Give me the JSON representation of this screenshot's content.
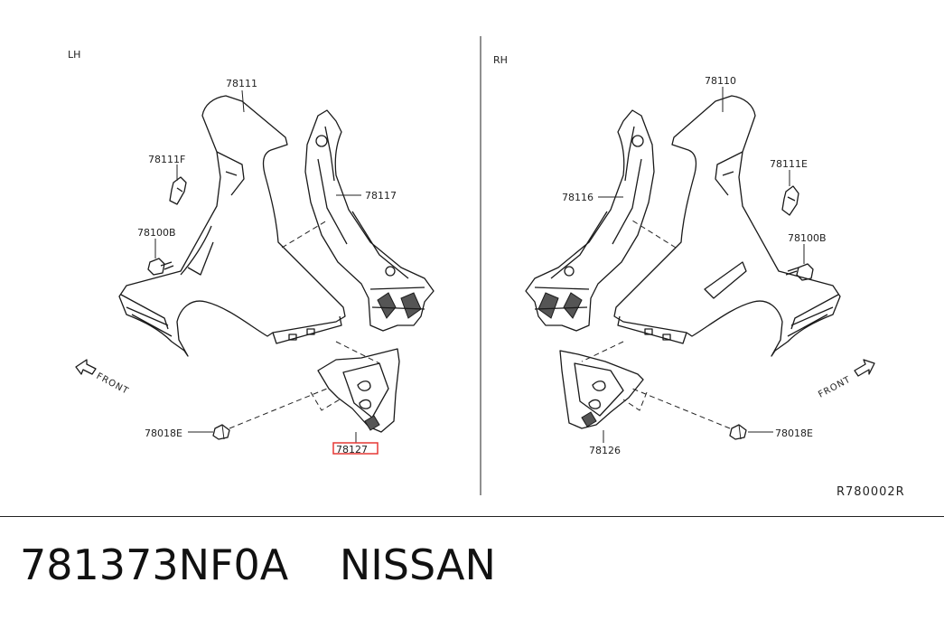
{
  "diagram": {
    "left_side": "LH",
    "right_side": "RH",
    "front_label": "FRONT",
    "drawing_code": "R780002R",
    "colors": {
      "line": "#1a1a1a",
      "highlight": "#e53935"
    },
    "left_labels": {
      "p78111": "78111",
      "p78111f": "78111F",
      "p78100b": "78100B",
      "p78117": "78117",
      "p78018e": "78018E",
      "p78127": "78127"
    },
    "right_labels": {
      "p78110": "78110",
      "p78111e": "78111E",
      "p78100b": "78100B",
      "p78116": "78116",
      "p78018e": "78018E",
      "p78126": "78126"
    },
    "highlighted_part": "78127"
  },
  "footer": {
    "part_number": "781373NF0A",
    "brand": "NISSAN"
  }
}
